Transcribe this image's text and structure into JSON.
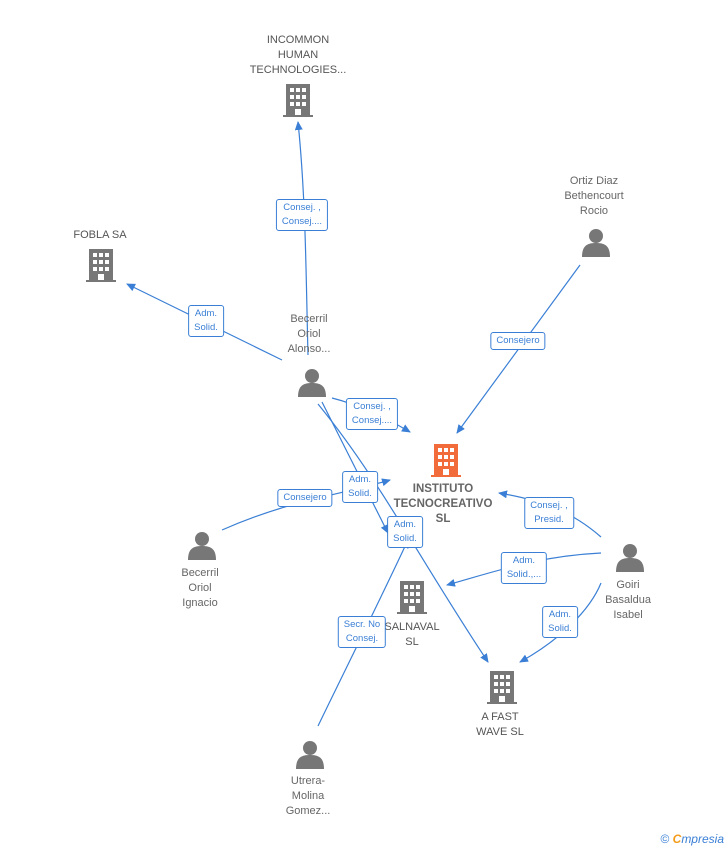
{
  "nodes": {
    "incommon": {
      "label": "INCOMMON\nHUMAN\nTECHNOLOGIES...",
      "type": "company"
    },
    "fobla": {
      "label": "FOBLA SA",
      "type": "company"
    },
    "instituto": {
      "label": "INSTITUTO\nTECNOCREATIVO\nSL",
      "type": "company-focus"
    },
    "salnaval": {
      "label": "SALNAVAL\nSL",
      "type": "company"
    },
    "afastwave": {
      "label": "A FAST\nWAVE  SL",
      "type": "company"
    },
    "ortiz": {
      "label": "Ortiz Diaz\nBethencourt\nRocio",
      "type": "person"
    },
    "becerril_alonso": {
      "label": "Becerril\nOriol\nAlonso...",
      "type": "person"
    },
    "becerril_ignacio": {
      "label": "Becerril\nOriol\nIgnacio",
      "type": "person"
    },
    "goiri": {
      "label": "Goiri\nBasaldua\nIsabel",
      "type": "person"
    },
    "utrera": {
      "label": "Utrera-\nMolina\nGomez...",
      "type": "person"
    }
  },
  "edges": {
    "e1": {
      "label": "Consej. ,\nConsej...."
    },
    "e2": {
      "label": "Adm.\nSolid."
    },
    "e3": {
      "label": "Consej. ,\nConsej...."
    },
    "e4": {
      "label": "Consejero"
    },
    "e5": {
      "label": "Adm.\nSolid."
    },
    "e6": {
      "label": "Consejero"
    },
    "e7": {
      "label": "Adm.\nSolid."
    },
    "e8": {
      "label": "Consej. ,\nPresid."
    },
    "e9": {
      "label": "Adm.\nSolid.,..."
    },
    "e10": {
      "label": "Adm.\nSolid."
    },
    "e11": {
      "label": "Secr.  No\nConsej."
    }
  },
  "colors": {
    "edge": "#3a7fd5",
    "company": "#777777",
    "focus": "#f26b3a",
    "person": "#777777"
  },
  "footer": {
    "copyright": "©",
    "brand_first": "C",
    "brand_rest": "mpresia"
  }
}
